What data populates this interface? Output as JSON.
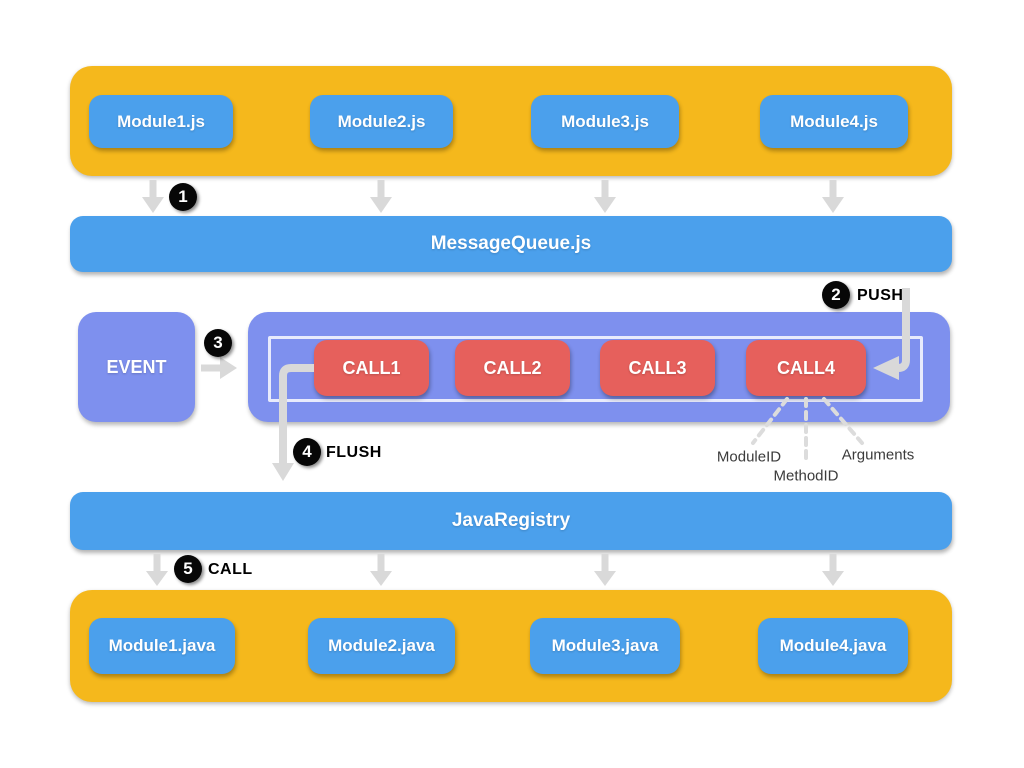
{
  "colors": {
    "yellow": "#F5B81C",
    "blue": "#4BA0EC",
    "periwinkle": "#7E90EE",
    "red": "#E6605C",
    "arrow": "#D9D9D9",
    "dash": "#DCDCDC",
    "badge": "#070707",
    "anno": "#3B3B3B"
  },
  "js_band": {
    "modules": [
      "Module1.js",
      "Module2.js",
      "Module3.js",
      "Module4.js"
    ]
  },
  "message_queue": {
    "label": "MessageQueue.js"
  },
  "event_box": {
    "label": "EVENT"
  },
  "queue": {
    "calls": [
      "CALL1",
      "CALL2",
      "CALL3",
      "CALL4"
    ]
  },
  "java_registry": {
    "label": "JavaRegistry"
  },
  "java_band": {
    "modules": [
      "Module1.java",
      "Module2.java",
      "Module3.java",
      "Module4.java"
    ]
  },
  "steps": [
    {
      "num": "1",
      "label": ""
    },
    {
      "num": "2",
      "label": "PUSH"
    },
    {
      "num": "3",
      "label": ""
    },
    {
      "num": "4",
      "label": "FLUSH"
    },
    {
      "num": "5",
      "label": "CALL"
    }
  ],
  "annotations": {
    "module_id": "ModuleID",
    "method_id": "MethodID",
    "arguments": "Arguments"
  }
}
